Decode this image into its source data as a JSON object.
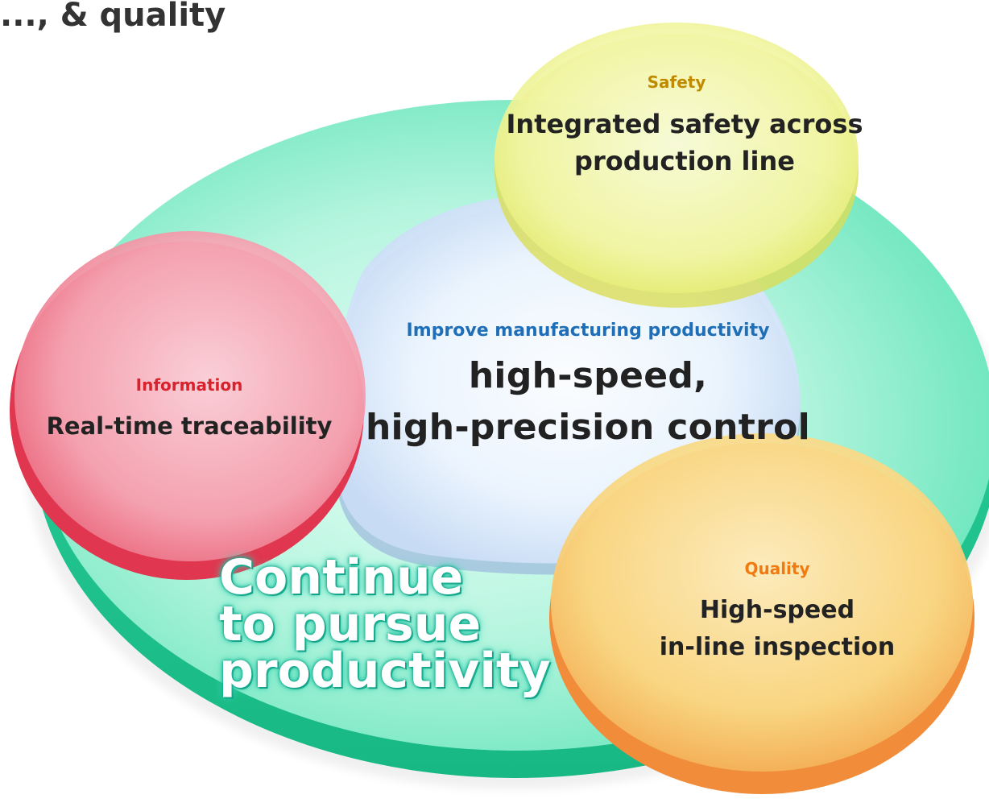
{
  "header_fragment": "..., & quality",
  "center": {
    "caption": "Improve manufacturing productivity",
    "line1": "high-speed,",
    "line2": "high-precision control"
  },
  "safety": {
    "caption": "Safety",
    "line1": "Integrated safety across",
    "line2": "production line"
  },
  "information": {
    "caption": "Information",
    "line1": "Real-time traceability"
  },
  "quality": {
    "caption": "Quality",
    "line1": "High-speed",
    "line2": "in-line inspection"
  },
  "slogan": {
    "line1": "Continue",
    "line2": "to pursue",
    "line3": "productivity"
  },
  "colors": {
    "center_caption": "#1f6fb8",
    "safety_caption": "#c08a00",
    "information_caption": "#d8222d",
    "quality_caption": "#f07a10",
    "teal_disc": "#4fe3b8",
    "slogan_glow": "#1bb99a"
  }
}
